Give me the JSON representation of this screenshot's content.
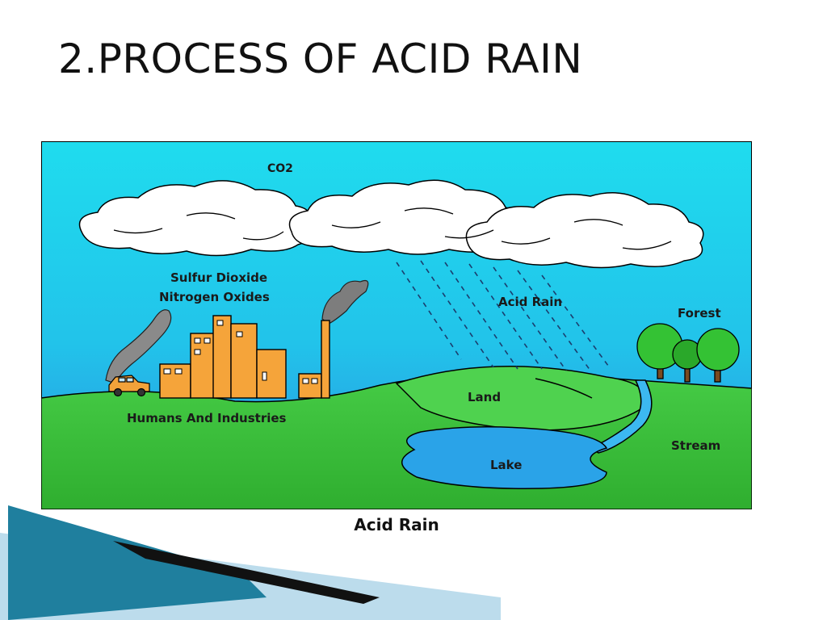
{
  "slide": {
    "title": "2.PROCESS OF ACID RAIN"
  },
  "diagram": {
    "caption": "Acid Rain",
    "labels": {
      "co2": "CO2",
      "sulfur_dioxide": "Sulfur Dioxide",
      "nitrogen_oxides": "Nitrogen Oxides",
      "acid_rain": "Acid Rain",
      "forest": "Forest",
      "land": "Land",
      "humans_industries": "Humans And Industries",
      "stream": "Stream",
      "lake": "Lake"
    },
    "colors": {
      "sky_top": "#20d8ec",
      "sky_bottom": "#27a9e6",
      "grass": "#3cc33c",
      "grass_dark": "#2a9e2a",
      "water": "#2aa3e8",
      "building": "#f5a43a",
      "cloud": "#ffffff",
      "smoke": "#8a8a8a"
    }
  },
  "decoration": {
    "colors": {
      "teal": "#1f7f9e",
      "dark": "#111111",
      "light_blue": "#bcdcec"
    }
  }
}
